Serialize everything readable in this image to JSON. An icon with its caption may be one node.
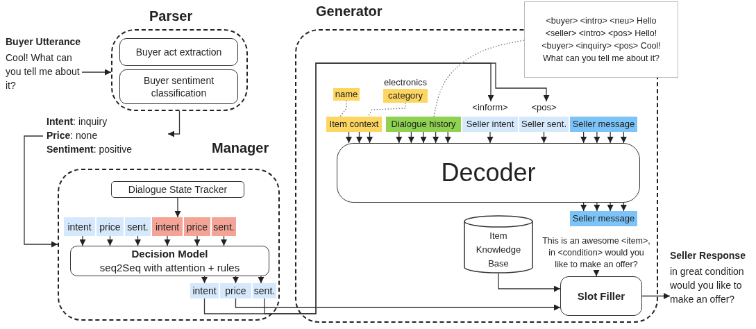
{
  "diagram": {
    "nodes": [
      {
        "text": [
          "Parser"
        ]
      },
      {
        "text": [
          "Buyer act extraction"
        ],
        "in": 0
      },
      {
        "text": [
          "Buyer sentiment classification"
        ],
        "in": 0
      },
      {
        "text": [
          "Buyer Utterance",
          "Cool! What can you tell me about it?"
        ]
      },
      {
        "text": [
          "**Intent**: inquiry",
          "**Price**: none",
          "**Sentiment**: positive"
        ]
      },
      {
        "text": [
          "Manager"
        ]
      },
      {
        "text": [
          "Dialogue State Tracker"
        ],
        "in": 5
      },
      {
        "text": [
          "intent"
        ],
        "in": 5
      },
      {
        "text": [
          "price"
        ],
        "in": 5
      },
      {
        "text": [
          "sent."
        ],
        "in": 5
      },
      {
        "text": [
          "intent"
        ],
        "in": 5
      },
      {
        "text": [
          "price"
        ],
        "in": 5
      },
      {
        "text": [
          "sent."
        ],
        "in": 5
      },
      {
        "text": [
          "Decision Model",
          "seq2Seq with attention + rules"
        ],
        "in": 5
      },
      {
        "text": [
          "intent"
        ],
        "in": 5
      },
      {
        "text": [
          "price"
        ],
        "in": 5
      },
      {
        "text": [
          "sent."
        ],
        "in": 5
      },
      {
        "text": [
          "Generator"
        ]
      },
      {
        "text": [
          "<buyer> <intro> <neu> Hello <seller> <intro> <pos> Hello! <buyer> <inquiry> <pos> Cool! What can you tell me about it?"
        ]
      },
      {
        "text": [
          "name"
        ],
        "in": 17
      },
      {
        "text": [
          "category"
        ],
        "beside": [
          "electronics"
        ],
        "in": 17
      },
      {
        "text": [
          "Item context"
        ],
        "in": 17
      },
      {
        "text": [
          "Dialogue history"
        ],
        "in": 17
      },
      {
        "text": [
          "Seller intent"
        ],
        "beside": [
          "<inform>"
        ],
        "in": 17
      },
      {
        "text": [
          "Seller sent."
        ],
        "beside": [
          "<pos>"
        ],
        "in": 17
      },
      {
        "text": [
          "Seller message"
        ],
        "in": 17
      },
      {
        "text": [
          "Decoder"
        ],
        "in": 17
      },
      {
        "text": [
          "Seller message"
        ],
        "in": 17
      },
      {
        "text": [
          "This is an awesome <item>, in <condition> would you like to make an offer?"
        ],
        "in": 17
      },
      {
        "text": [
          "Item Knowledge Base"
        ],
        "in": 17
      },
      {
        "text": [
          "Slot Filler"
        ],
        "in": 17
      },
      {
        "text": [
          "Seller Response",
          "in great condition would you like to make an offer?"
        ]
      }
    ],
    "edges": [
      {
        "from": 3,
        "to": 0,
        "arrow": "to"
      },
      {
        "from": 0,
        "to": 4,
        "arrow": "to"
      },
      {
        "from": 4,
        "to": 5,
        "arrow": "to"
      },
      {
        "from": 6,
        "to": 10,
        "arrow": "to"
      },
      {
        "from": 7,
        "to": 13,
        "arrow": "to"
      },
      {
        "from": 8,
        "to": 13,
        "arrow": "to"
      },
      {
        "from": 9,
        "to": 13,
        "arrow": "to"
      },
      {
        "from": 10,
        "to": 13,
        "arrow": "to"
      },
      {
        "from": 11,
        "to": 13,
        "arrow": "to"
      },
      {
        "from": 12,
        "to": 13,
        "arrow": "to"
      },
      {
        "from": 13,
        "to": 14,
        "arrow": "to"
      },
      {
        "from": 13,
        "to": 15,
        "arrow": "to"
      },
      {
        "from": 13,
        "to": 16,
        "arrow": "to"
      },
      {
        "from": 14,
        "to": 23,
        "arrow": "to"
      },
      {
        "from": 15,
        "to": 30,
        "arrow": "to"
      },
      {
        "from": 16,
        "to": 24,
        "arrow": "to"
      },
      {
        "from": 19,
        "to": 21,
        "arrow": "none",
        "style": "dashed"
      },
      {
        "from": 20,
        "to": 21,
        "arrow": "none",
        "style": "dashed"
      },
      {
        "from": 22,
        "to": 18,
        "arrow": "none",
        "style": "dashed"
      },
      {
        "from": 21,
        "to": 26,
        "arrow": "to"
      },
      {
        "from": 21,
        "to": 26,
        "arrow": "to"
      },
      {
        "from": 21,
        "to": 26,
        "arrow": "to"
      },
      {
        "from": 22,
        "to": 26,
        "arrow": "to"
      },
      {
        "from": 22,
        "to": 26,
        "arrow": "to"
      },
      {
        "from": 22,
        "to": 26,
        "arrow": "to"
      },
      {
        "from": 22,
        "to": 26,
        "arrow": "to"
      },
      {
        "from": 22,
        "to": 26,
        "arrow": "to"
      },
      {
        "from": 23,
        "to": 26,
        "arrow": "to"
      },
      {
        "from": 24,
        "to": 26,
        "arrow": "to"
      },
      {
        "from": 25,
        "to": 26,
        "arrow": "to"
      },
      {
        "from": 25,
        "to": 26,
        "arrow": "to"
      },
      {
        "from": 25,
        "to": 26,
        "arrow": "to"
      },
      {
        "from": 25,
        "to": 26,
        "arrow": "to"
      },
      {
        "from": 26,
        "to": 27,
        "arrow": "to"
      },
      {
        "from": 26,
        "to": 27,
        "arrow": "to"
      },
      {
        "from": 26,
        "to": 27,
        "arrow": "to"
      },
      {
        "from": 26,
        "to": 27,
        "arrow": "to"
      },
      {
        "from": 28,
        "to": 30,
        "arrow": "to"
      },
      {
        "from": 29,
        "to": 30,
        "arrow": "to"
      },
      {
        "from": 30,
        "to": 31,
        "arrow": "to"
      }
    ]
  }
}
